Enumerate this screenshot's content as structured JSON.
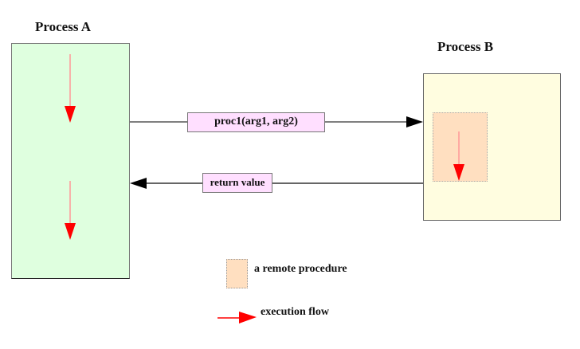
{
  "diagram": {
    "process_a": {
      "title": "Process A"
    },
    "process_b": {
      "title": "Process B"
    },
    "call_message": {
      "label": "proc1(arg1, arg2)",
      "direction": "Process A to Process B"
    },
    "return_message": {
      "label": "return value",
      "direction": "Process B to Process A"
    },
    "legend": [
      {
        "symbol": "remote-procedure-swatch",
        "label": "a remote procedure"
      },
      {
        "symbol": "execution-flow-arrow",
        "label": "execution flow"
      }
    ],
    "colors": {
      "process_a_fill": "#dfffdf",
      "process_b_fill": "#fffde0",
      "remote_procedure_fill": "#ffdfc0",
      "message_label_fill": "#ffdfff",
      "execution_flow": "#ff0000"
    }
  }
}
